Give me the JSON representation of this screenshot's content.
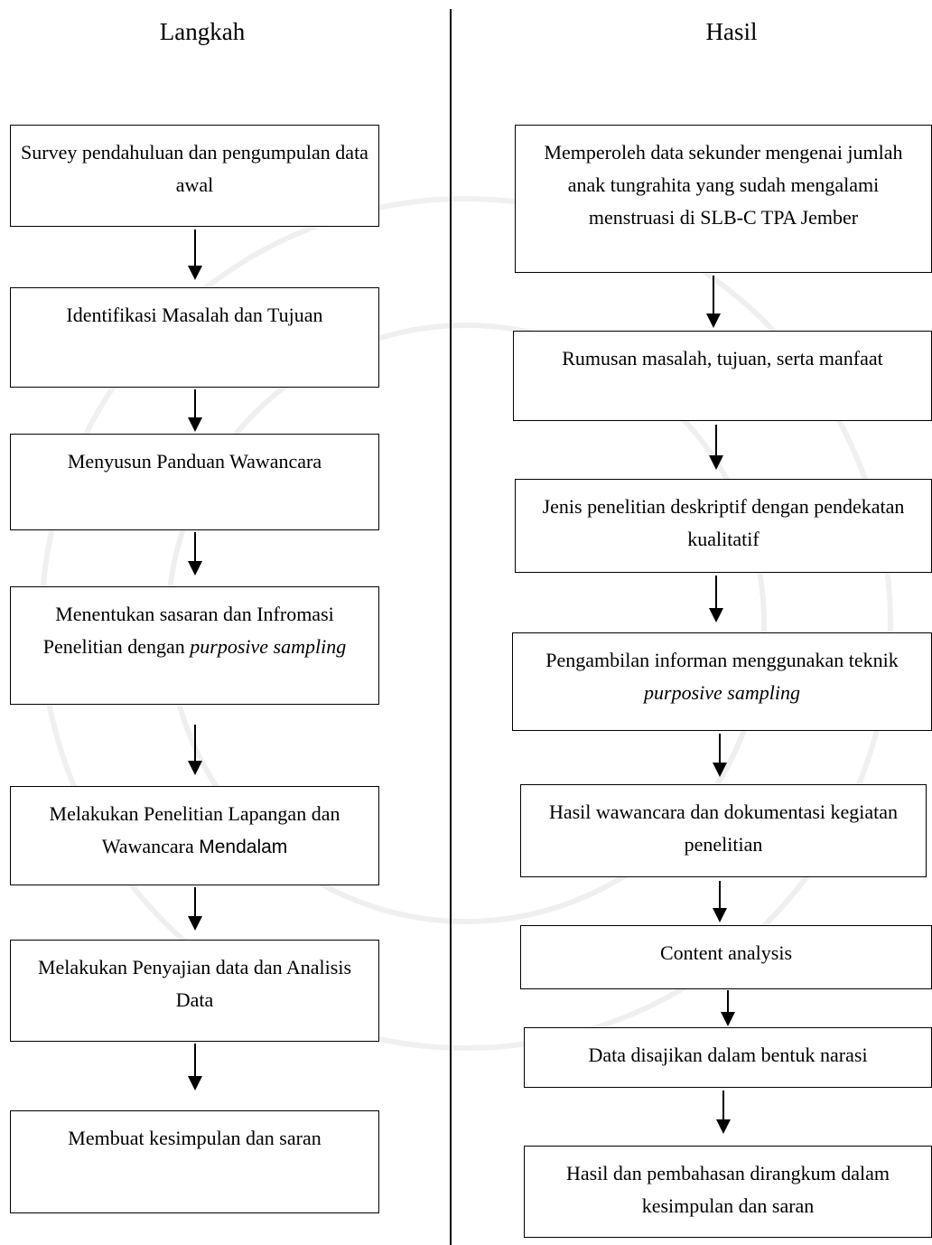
{
  "headings": {
    "left": "Langkah",
    "right": "Hasil"
  },
  "langkah": [
    {
      "text": "Survey pendahuluan dan pengumpulan data awal"
    },
    {
      "text": "Identifikasi Masalah dan Tujuan"
    },
    {
      "text": "Menyusun Panduan Wawancara"
    },
    {
      "pre": "Menentukan sasaran dan Infromasi Penelitian dengan ",
      "em": "purposive sampling"
    },
    {
      "pre": "Melakukan Penelitian Lapangan dan Wawancara ",
      "sans": "Mendalam"
    },
    {
      "text": "Melakukan Penyajian data dan Analisis Data"
    },
    {
      "text": "Membuat kesimpulan dan saran"
    }
  ],
  "hasil": [
    {
      "text": "Memperoleh data sekunder mengenai jumlah anak tungrahita yang sudah mengalami menstruasi di SLB-C TPA Jember"
    },
    {
      "text": "Rumusan masalah, tujuan, serta manfaat"
    },
    {
      "text": "Jenis penelitian deskriptif dengan pendekatan kualitatif"
    },
    {
      "pre": "Pengambilan informan menggunakan teknik ",
      "em": "purposive sampling"
    },
    {
      "text": "Hasil wawancara dan dokumentasi kegiatan penelitian"
    },
    {
      "text": "Content analysis"
    },
    {
      "text": "Data disajikan dalam bentuk narasi"
    },
    {
      "text": "Hasil dan pembahasan dirangkum dalam kesimpulan dan saran"
    }
  ]
}
